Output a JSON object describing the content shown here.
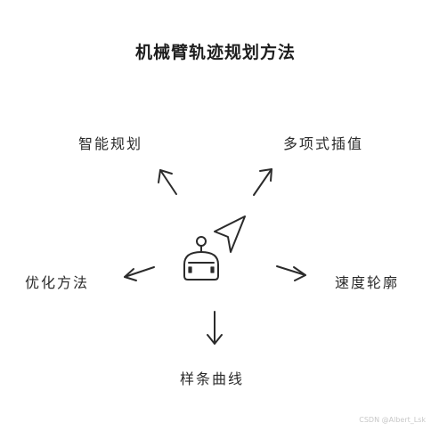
{
  "title": "机械臂轨迹规划方法",
  "nodes": {
    "smart": "智能规划",
    "poly": "多项式插值",
    "optimize": "优化方法",
    "speed": "速度轮廓",
    "spline": "样条曲线"
  },
  "watermark": "CSDN @Albert_Lsk",
  "icons": {
    "center_robot": "robot-head-icon",
    "center_pointer": "cursor-arrow-icon"
  },
  "colors": {
    "ink": "#2b2b2b",
    "background": "#ffffff"
  }
}
